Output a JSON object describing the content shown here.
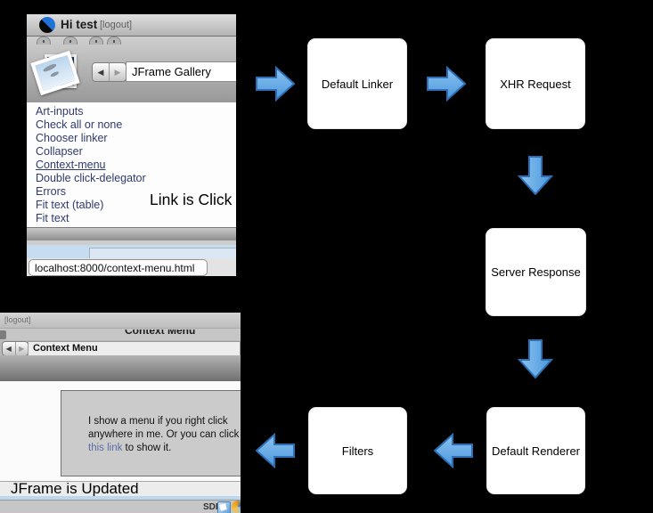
{
  "colors": {
    "arrow_fill_top": "#8CC3EF",
    "arrow_fill_bottom": "#4B97DD",
    "arrow_stroke": "#2D6FB4",
    "link_navy": "#2F3A6E",
    "menu_link_blue": "#5B6EA5"
  },
  "flow": {
    "boxes": [
      {
        "label": "Default Linker"
      },
      {
        "label": "XHR Request"
      },
      {
        "label": "Server Response"
      },
      {
        "label": "Default Renderer"
      },
      {
        "label": "Filters"
      }
    ]
  },
  "annotations": {
    "link_clicked": "Link is Click",
    "jframe_updated": "JFrame is Updated"
  },
  "top_browser": {
    "title": "Hi test",
    "logout": "[logout]",
    "back_glyph": "◀",
    "forward_glyph": "▶",
    "location_field": "JFrame Gallery",
    "links": [
      "Art-inputs",
      "Check all or none",
      "Chooser linker",
      "Collapser",
      "Context-menu",
      "Double click-delegator",
      "Errors",
      "Fit text (table)",
      "Fit text"
    ],
    "status_url": "localhost:8000/context-menu.html"
  },
  "bottom_browser": {
    "logout": "[logout]",
    "clipped_heading": "Context Menu",
    "back_glyph": "◀",
    "forward_glyph": "▶",
    "location_field": "Context Menu",
    "content": {
      "line1": "I show a menu if you right click",
      "line2": "anywhere in me. Or you can click",
      "link_text": "this link",
      "line3_rest": " to show it."
    },
    "status_sdk": "SDK"
  }
}
